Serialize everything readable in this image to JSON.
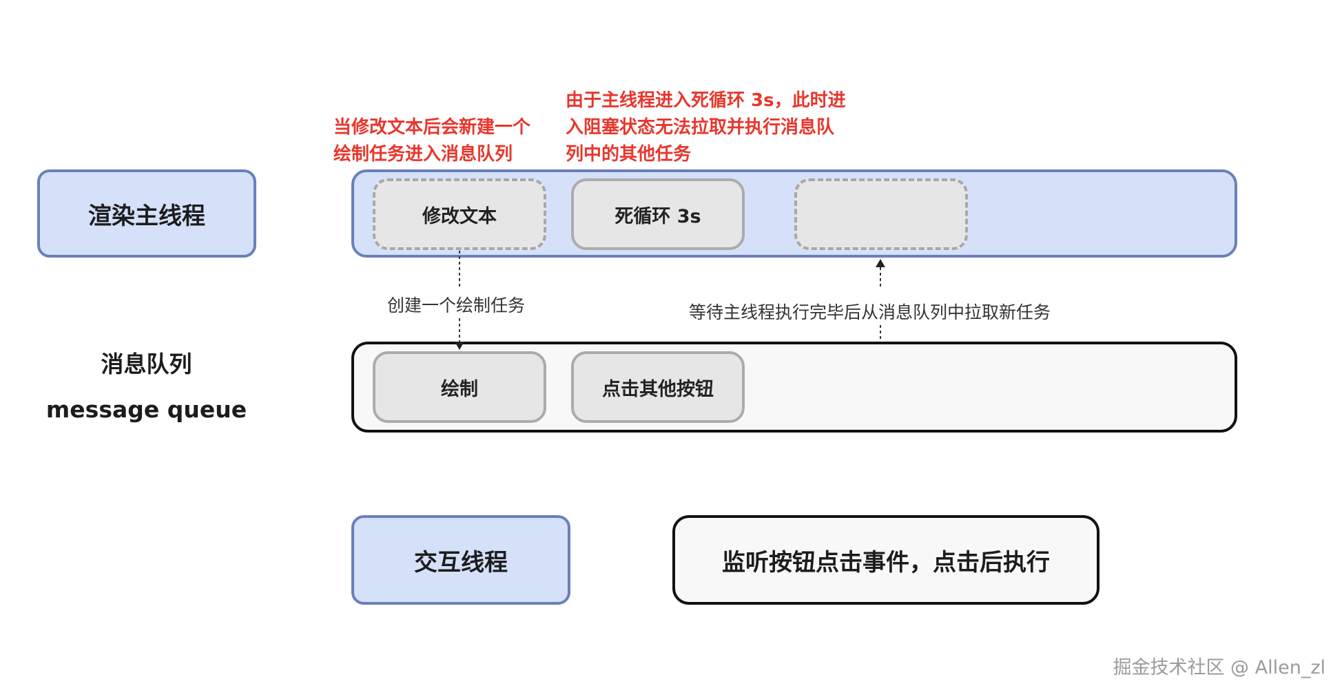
{
  "render_thread": {
    "label": "渲染主线程"
  },
  "message_queue": {
    "label_cn": "消息队列",
    "label_en": "message queue"
  },
  "interaction_thread": {
    "label": "交互线程"
  },
  "listener": {
    "label": "监听按钮点击事件，点击后执行"
  },
  "notes": {
    "create_task": [
      "当修改文本后会新建一个",
      "绘制任务进入消息队列"
    ],
    "blocked": [
      "由于主线程进入死循环 3s，此时进",
      "入阻塞状态无法拉取并执行消息队",
      "列中的其他任务"
    ]
  },
  "main_thread_tasks": {
    "modify_text": "修改文本",
    "infinite_loop": "死循环 3s"
  },
  "queue_tasks": {
    "draw": "绘制",
    "click_other": "点击其他按钮"
  },
  "edges": {
    "create_draw_task": "创建一个绘制任务",
    "wait_pull": "等待主线程执行完毕后从消息队列中拉取新任务"
  },
  "watermark": "掘金技术社区 @ Allen_zl"
}
